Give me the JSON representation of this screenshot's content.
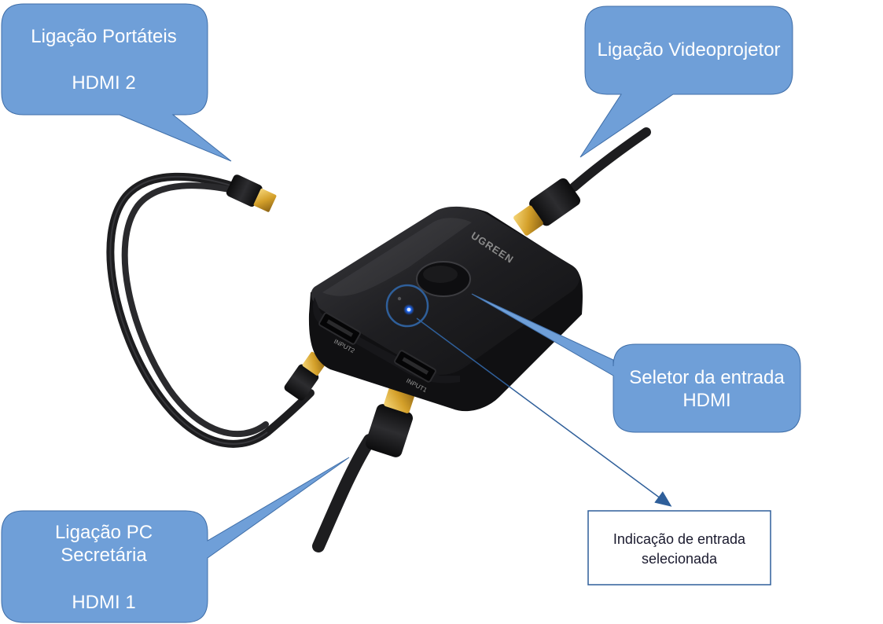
{
  "callouts": {
    "laptops": {
      "line1": "Ligação Portáteis",
      "line2": "HDMI 2"
    },
    "projector": {
      "line1": "Ligação Videoprojetor"
    },
    "selector": {
      "line1": "Seletor da entrada",
      "line2": "HDMI"
    },
    "pc": {
      "line1": "Ligação PC",
      "line2": "Secretária",
      "line3": "HDMI 1"
    }
  },
  "indicator_box": {
    "line1": "Indicação de entrada",
    "line2": "selecionada"
  },
  "device": {
    "brand": "UGREEN",
    "port_input2": "INPUT2",
    "port_input1": "INPUT1"
  },
  "colors": {
    "callout_fill": "#6f9fd8",
    "callout_stroke": "#3f6ea8",
    "arrow": "#2f5f9a",
    "led": "#1e6bff",
    "device_body": "#1b1b1d",
    "connector_gold": "#d4a02a"
  }
}
